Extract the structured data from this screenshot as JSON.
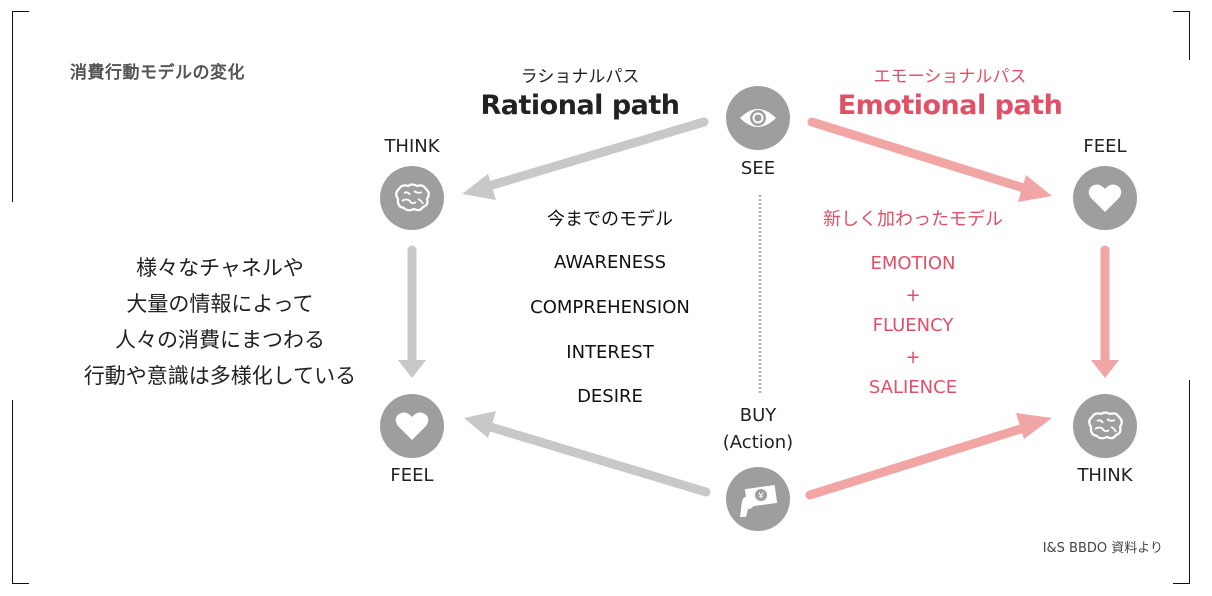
{
  "title": "消費行動モデルの変化",
  "rational": {
    "jp": "ラショナルパス",
    "en": "Rational path",
    "color": "#c8c8c8"
  },
  "emotional": {
    "jp": "エモーショナルパス",
    "en": "Emotional path",
    "color": "#f2a5a5",
    "text_color": "#e05066"
  },
  "nodes": {
    "see": {
      "label": "SEE",
      "icon": "eye-icon"
    },
    "buy": {
      "label_line1": "BUY",
      "label_line2": "(Action)",
      "icon": "yen-bill-hand-icon"
    },
    "rational_think": {
      "label": "THINK",
      "icon": "brain-icon"
    },
    "rational_feel": {
      "label": "FEEL",
      "icon": "heart-icon"
    },
    "emotional_feel": {
      "label": "FEEL",
      "icon": "heart-icon"
    },
    "emotional_think": {
      "label": "THINK",
      "icon": "brain-icon"
    }
  },
  "old_model": {
    "heading": "今までのモデル",
    "items": [
      "AWARENESS",
      "COMPREHENSION",
      "INTEREST",
      "DESIRE"
    ]
  },
  "new_model": {
    "heading": "新しく加わったモデル",
    "items": [
      "EMOTION",
      "+",
      "FLUENCY",
      "+",
      "SALIENCE"
    ]
  },
  "description": [
    "様々なチャネルや",
    "大量の情報によって",
    "人々の消費にまつわる",
    "行動や意識は多様化している"
  ],
  "credit": "I&S BBDO 資料より",
  "icon_color": "#9e9e9e"
}
